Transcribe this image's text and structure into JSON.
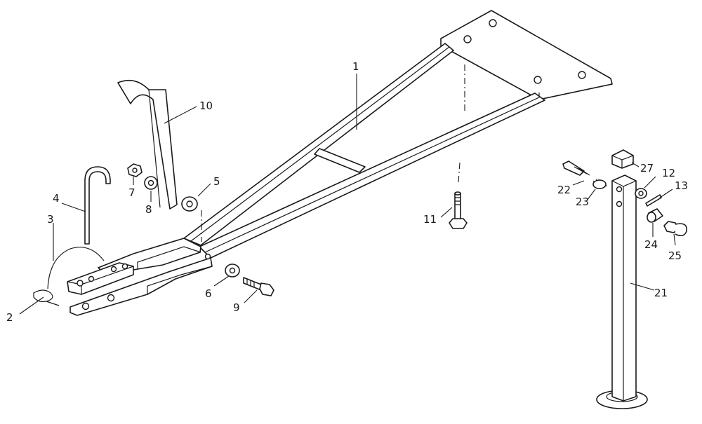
{
  "diagram": {
    "callouts": [
      {
        "id": "1",
        "label": "1"
      },
      {
        "id": "2",
        "label": "2"
      },
      {
        "id": "3",
        "label": "3"
      },
      {
        "id": "4",
        "label": "4"
      },
      {
        "id": "5",
        "label": "5"
      },
      {
        "id": "6",
        "label": "6"
      },
      {
        "id": "7",
        "label": "7"
      },
      {
        "id": "8",
        "label": "8"
      },
      {
        "id": "9",
        "label": "9"
      },
      {
        "id": "10",
        "label": "10"
      },
      {
        "id": "11",
        "label": "11"
      },
      {
        "id": "12",
        "label": "12"
      },
      {
        "id": "13",
        "label": "13"
      },
      {
        "id": "21",
        "label": "21"
      },
      {
        "id": "22",
        "label": "22"
      },
      {
        "id": "23",
        "label": "23"
      },
      {
        "id": "24",
        "label": "24"
      },
      {
        "id": "25",
        "label": "25"
      },
      {
        "id": "27",
        "label": "27"
      }
    ]
  },
  "colors": {
    "line": "#1a1a1a",
    "background": "#ffffff"
  }
}
